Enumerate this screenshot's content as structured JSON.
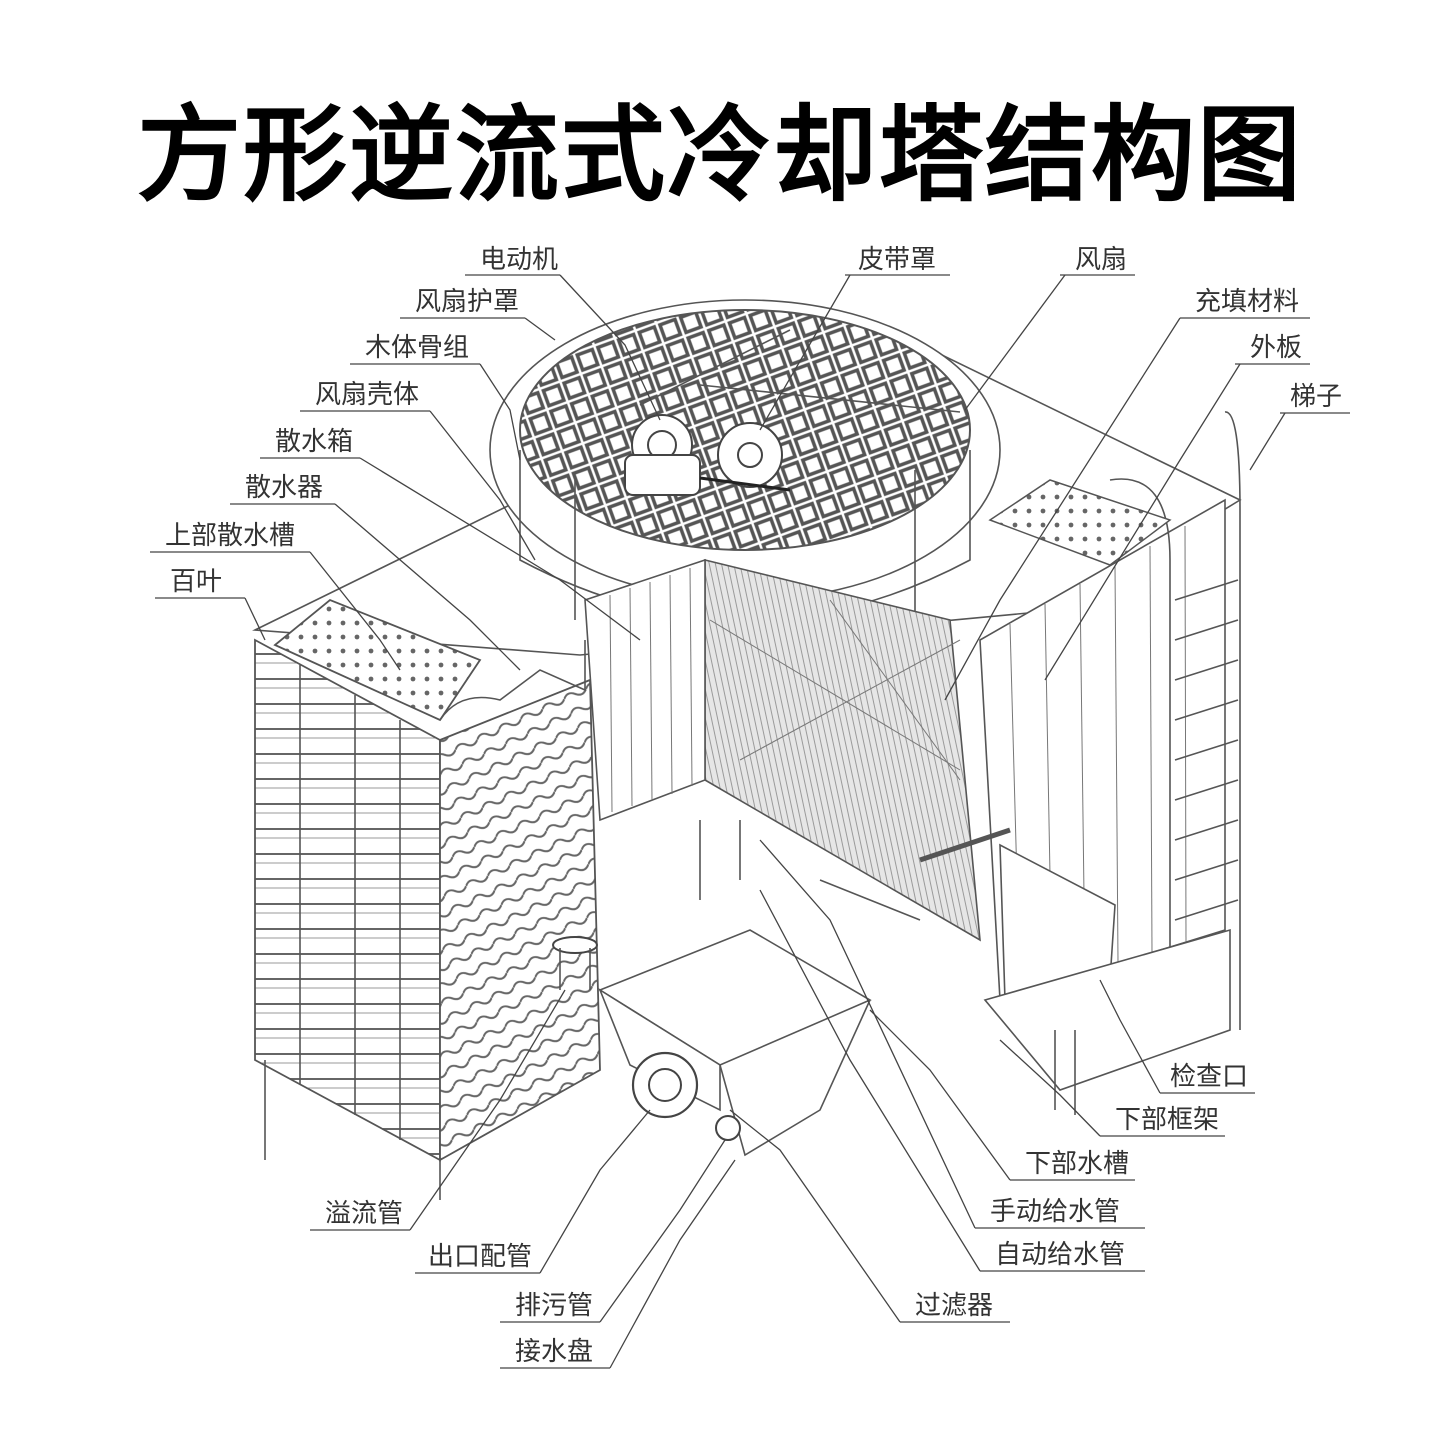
{
  "title": "方形逆流式冷却塔结构图",
  "labels": {
    "motor": "电动机",
    "belt_cover": "皮带罩",
    "fan": "风扇",
    "fan_guard": "风扇护罩",
    "fill_material": "充填材料",
    "wood_frame": "木体骨组",
    "outer_panel": "外板",
    "ladder": "梯子",
    "fan_shell": "风扇壳体",
    "distribution_box": "散水箱",
    "sprinkler": "散水器",
    "upper_basin": "上部散水槽",
    "louver": "百叶",
    "inspection_door": "检查口",
    "lower_frame": "下部框架",
    "lower_basin": "下部水槽",
    "overflow_pipe": "溢流管",
    "manual_makeup": "手动给水管",
    "outlet_pipe": "出口配管",
    "auto_makeup": "自动给水管",
    "drain_pipe": "排污管",
    "strainer": "过滤器",
    "drip_tray": "接水盘"
  }
}
